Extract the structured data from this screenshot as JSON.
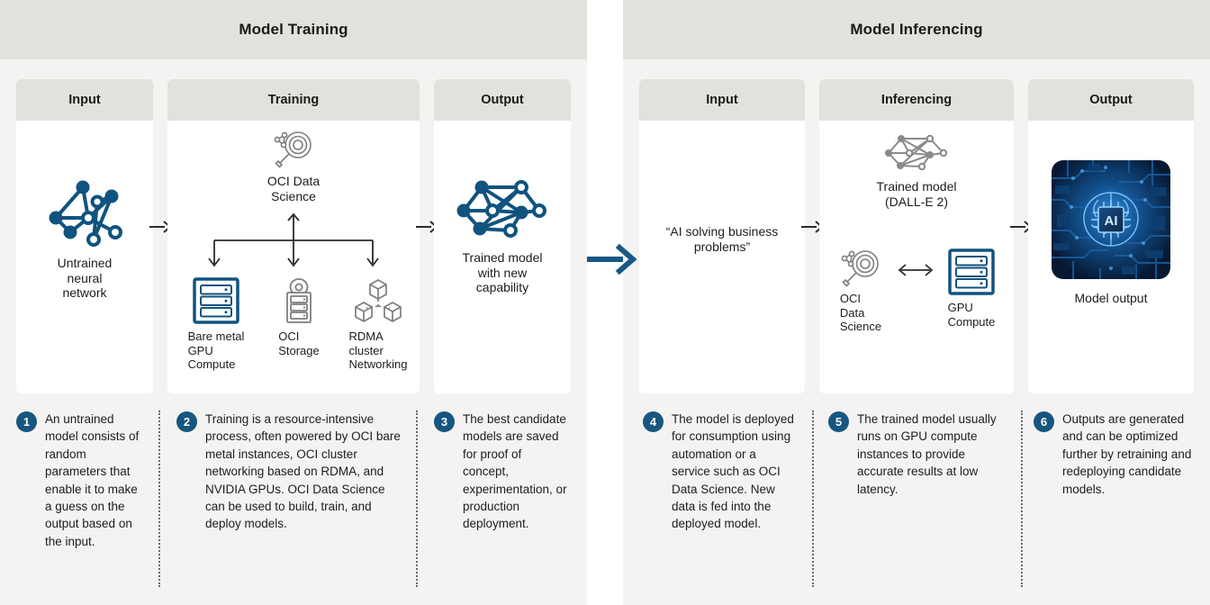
{
  "panels": [
    {
      "id": "training",
      "title": "Model Training",
      "cards": [
        {
          "id": "train-input",
          "header": "Input"
        },
        {
          "id": "train-training",
          "header": "Training"
        },
        {
          "id": "train-output",
          "header": "Output"
        }
      ]
    },
    {
      "id": "inferencing",
      "title": "Model Inferencing",
      "cards": [
        {
          "id": "inf-input",
          "header": "Input"
        },
        {
          "id": "inf-inferencing",
          "header": "Inferencing"
        },
        {
          "id": "inf-output",
          "header": "Output"
        }
      ]
    }
  ],
  "training": {
    "input": {
      "icon": "neural-network-icon",
      "caption_line1": "Untrained",
      "caption_line2": "neural",
      "caption_line3": "network"
    },
    "data_science": {
      "icon": "magnifier-data-science-icon",
      "caption_line1": "OCI Data",
      "caption_line2": "Science"
    },
    "resources": [
      {
        "id": "bare-metal-gpu-compute",
        "icon": "server-rack-icon",
        "caption_line1": "Bare metal",
        "caption_line2": "GPU",
        "caption_line3": "Compute"
      },
      {
        "id": "oci-storage",
        "icon": "storage-rack-pin-icon",
        "caption_line1": "OCI",
        "caption_line2": "Storage",
        "caption_line3": ""
      },
      {
        "id": "rdma-cluster-networking",
        "icon": "cluster-cubes-icon",
        "caption_line1": "RDMA",
        "caption_line2": "cluster",
        "caption_line3": "Networking"
      }
    ],
    "output": {
      "icon": "neural-network-icon",
      "caption_line1": "Trained model",
      "caption_line2": "with new",
      "caption_line3": "capability"
    }
  },
  "inferencing": {
    "input": {
      "prompt_line1": "“AI solving business",
      "prompt_line2": "problems”"
    },
    "trained_model": {
      "icon": "neural-network-gray-icon",
      "caption_line1": "Trained model",
      "caption_line2": "(DALL-E 2)"
    },
    "data_science": {
      "icon": "magnifier-data-science-icon",
      "caption_line1": "OCI",
      "caption_line2": "Data",
      "caption_line3": "Science"
    },
    "gpu_compute": {
      "icon": "server-rack-icon",
      "caption_line1": "GPU",
      "caption_line2": "Compute"
    },
    "output": {
      "icon": "ai-circuit-brain-image",
      "caption": "Model output"
    }
  },
  "callouts": [
    {
      "number": "1",
      "text": "An untrained model consists of random parameters that enable it to make a guess on the output based on the input."
    },
    {
      "number": "2",
      "text": "Training is a resource-intensive process, often powered by OCI bare metal instances, OCI cluster networking based on RDMA, and NVIDIA GPUs. OCI Data Science can be used to build, train, and deploy models."
    },
    {
      "number": "3",
      "text": "The best candidate models are saved for proof of concept, experimentation, or production deployment."
    },
    {
      "number": "4",
      "text": "The model is deployed for consumption using automation or a service such as OCI Data Science. New data is fed into the deployed model."
    },
    {
      "number": "5",
      "text": "The trained model usually runs on GPU compute instances to provide accurate results at low latency."
    },
    {
      "number": "6",
      "text": "Outputs are generated and can be optimized further by retraining and redeploying candidate models."
    }
  ],
  "colors": {
    "panel_background": "#f4f3f1",
    "header_background": "#e3e1dc",
    "card_background": "#ffffff",
    "accent_blue": "#16567f",
    "icon_blue": "#10537f",
    "icon_gray": "#7d7d7d",
    "arrow_dark": "#2b2b2b",
    "badge_blue": "#16567f"
  }
}
